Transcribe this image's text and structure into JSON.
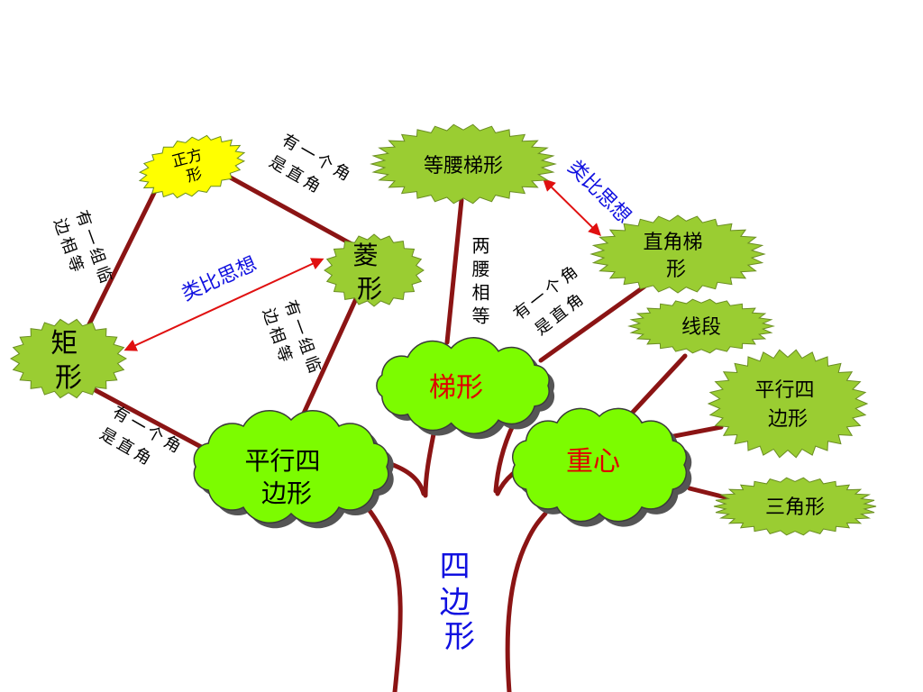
{
  "colors": {
    "trunk": "#8B1414",
    "leaf_green": "#9ACD32",
    "leaf_stroke": "#6B8E23",
    "cloud_green": "#7CFC00",
    "cloud_stroke": "#3A3A3A",
    "square_yellow": "#FFFF00",
    "arrow_red": "#E01010",
    "blue_text": "#1010E0",
    "red_text": "#E00000",
    "black_text": "#000000"
  },
  "nodes": {
    "square": [
      "正方",
      "形"
    ],
    "rhombus": [
      "菱",
      "形"
    ],
    "rectangle": [
      "矩",
      "形"
    ],
    "isosceles_trapezoid": "等腰梯形",
    "right_trapezoid": [
      "直角梯",
      "形"
    ],
    "trapezoid": "梯形",
    "parallelogram": [
      "平行四",
      "边形"
    ],
    "centroid": "重心",
    "segment": "线段",
    "parallelogram_leaf": [
      "平行四",
      "边形"
    ],
    "triangle": "三角形",
    "quadrilateral": [
      "四",
      "边",
      "形"
    ]
  },
  "relations": {
    "rhombus_to_square": [
      "有一个角",
      "是直角"
    ],
    "rectangle_to_square": [
      "有一组临",
      "边相等"
    ],
    "parallelogram_to_rhombus": [
      "有一组临",
      "边相等"
    ],
    "parallelogram_to_rectangle": [
      "有一个角",
      "是直角"
    ],
    "trapezoid_to_isosceles": "两腰相等",
    "trapezoid_to_right": [
      "有一个角",
      "是直角"
    ],
    "analogy_left": "类比思想",
    "analogy_right": "类比思想"
  }
}
